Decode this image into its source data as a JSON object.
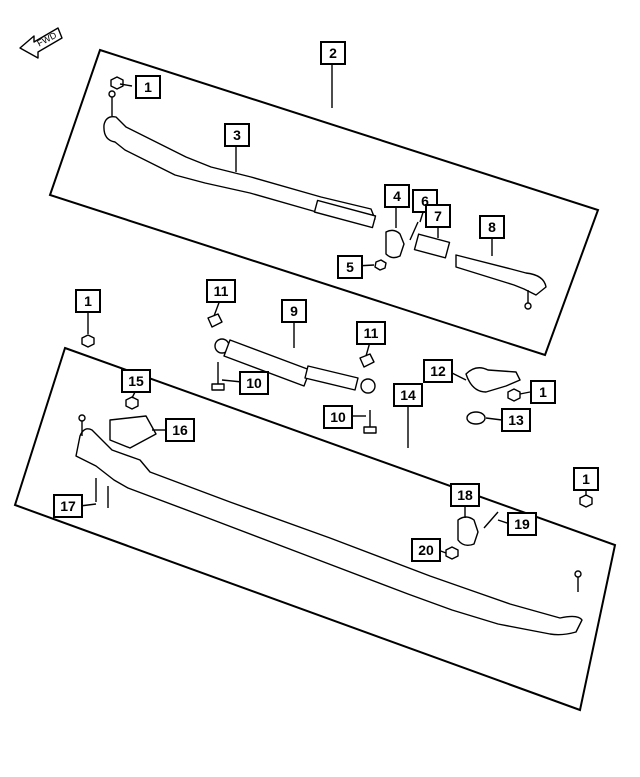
{
  "fwd_label": "FWD",
  "callouts": {
    "c1a": "1",
    "c2": "2",
    "c3": "3",
    "c4": "4",
    "c5": "5",
    "c6": "6",
    "c7": "7",
    "c8": "8",
    "c1b": "1",
    "c11a": "11",
    "c9": "9",
    "c11b": "11",
    "c10a": "10",
    "c10b": "10",
    "c12": "12",
    "c1c": "1",
    "c13": "13",
    "c14": "14",
    "c15": "15",
    "c16": "16",
    "c17": "17",
    "c18": "18",
    "c19": "19",
    "c20": "20",
    "c1d": "1"
  }
}
